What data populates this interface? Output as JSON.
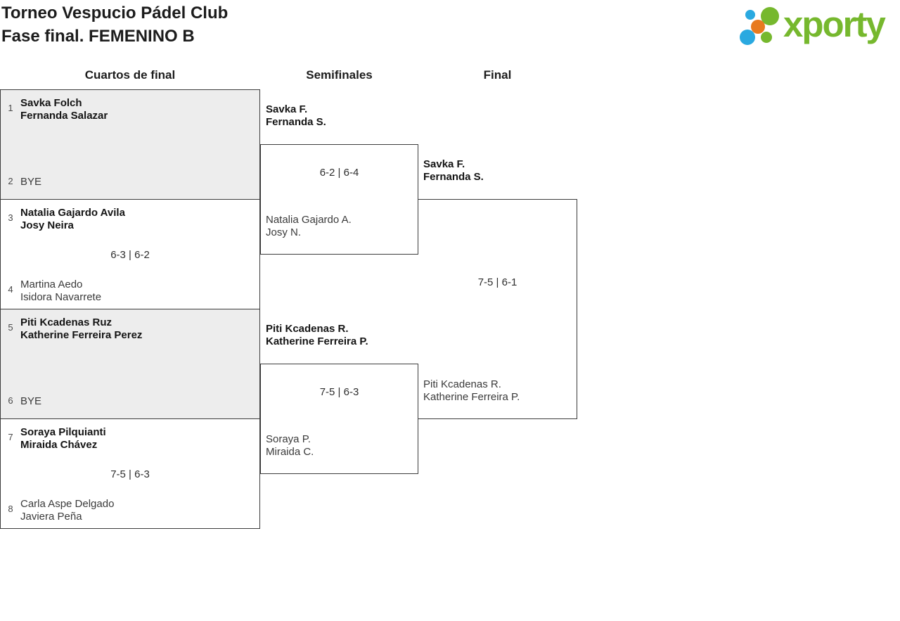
{
  "title": {
    "line1": "Torneo Vespucio Pádel Club",
    "line2": "Fase final. FEMENINO B"
  },
  "logo": {
    "text": "xporty",
    "green": "#76b82e",
    "blue": "#2aa9e0",
    "orange": "#e87a1e"
  },
  "round_headers": [
    "Cuartos de final",
    "Semifinales",
    "Final"
  ],
  "bracket": {
    "quarterfinals": [
      {
        "seed_top": "1",
        "team_top": [
          "Savka Folch",
          "Fernanda Salazar"
        ],
        "seed_bottom": "2",
        "team_bottom": [
          "BYE"
        ]
      },
      {
        "seed_top": "3",
        "team_top": [
          "Natalia Gajardo Avila",
          "Josy Neira"
        ],
        "score": "6-3 | 6-2",
        "seed_bottom": "4",
        "team_bottom": [
          "Martina Aedo",
          "Isidora Navarrete"
        ]
      },
      {
        "seed_top": "5",
        "team_top": [
          "Piti Kcadenas Ruz",
          "Katherine Ferreira Perez"
        ],
        "seed_bottom": "6",
        "team_bottom": [
          "BYE"
        ]
      },
      {
        "seed_top": "7",
        "team_top": [
          "Soraya Pilquianti",
          "Miraida Chávez"
        ],
        "score": "7-5 | 6-3",
        "seed_bottom": "8",
        "team_bottom": [
          "Carla Aspe Delgado",
          "Javiera Peña"
        ]
      }
    ],
    "semifinals": [
      {
        "team_top": [
          "Savka F.",
          "Fernanda S."
        ],
        "score": "6-2 | 6-4",
        "team_bottom": [
          "Natalia Gajardo A.",
          "Josy N."
        ]
      },
      {
        "team_top": [
          "Piti Kcadenas R.",
          "Katherine Ferreira P."
        ],
        "score": "7-5 | 6-3",
        "team_bottom": [
          "Soraya P.",
          "Miraida C."
        ]
      }
    ],
    "final": {
      "team_top": [
        "Savka F.",
        "Fernanda S."
      ],
      "score": "7-5 | 6-1",
      "team_bottom": [
        "Piti Kcadenas R.",
        "Katherine Ferreira P."
      ]
    }
  }
}
